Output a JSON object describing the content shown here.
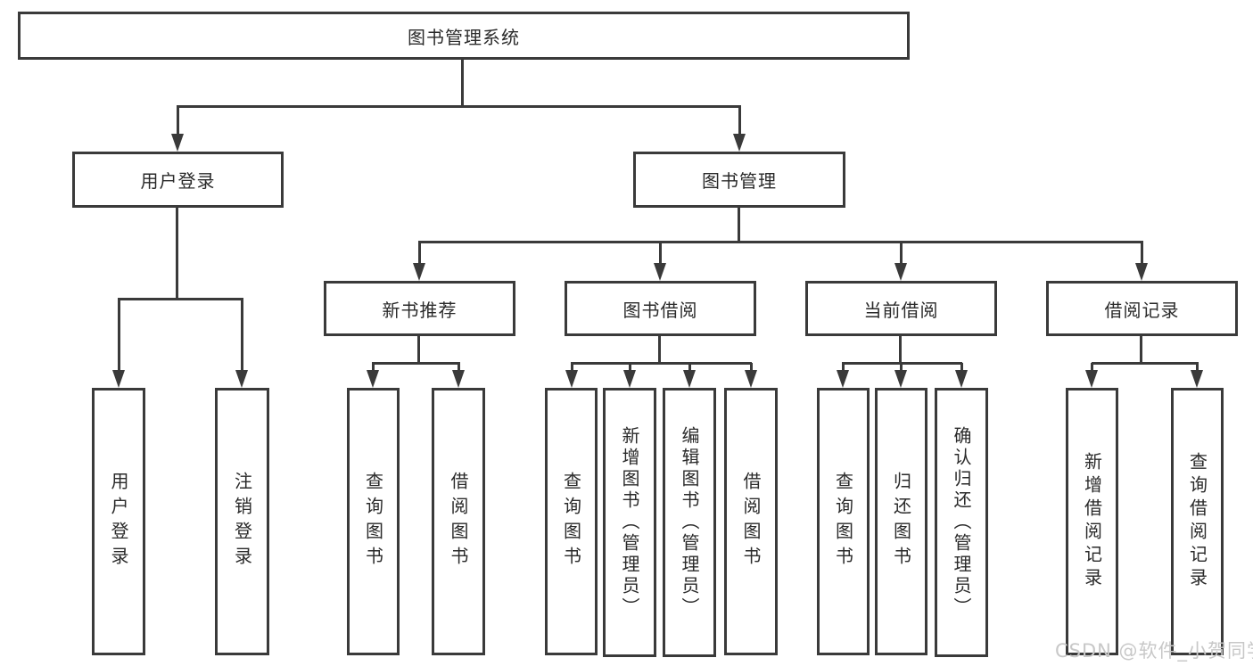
{
  "diagram": {
    "title": "图书管理系统",
    "watermark": "CSDN @软件_小贺同学",
    "colors": {
      "line": "#3a3a3a",
      "text": "#2a2a2a",
      "background": "#ffffff",
      "watermark": "#c8c8c8"
    },
    "nodes": [
      {
        "id": "root",
        "level": 1,
        "label": "图书管理系统"
      },
      {
        "id": "user-login-group",
        "level": 2,
        "label": "用户登录"
      },
      {
        "id": "book-mgmt-group",
        "level": 2,
        "label": "图书管理"
      },
      {
        "id": "new-book-rec",
        "level": 3,
        "label": "新书推荐"
      },
      {
        "id": "book-borrowing",
        "level": 3,
        "label": "图书借阅"
      },
      {
        "id": "current-borrowing",
        "level": 3,
        "label": "当前借阅"
      },
      {
        "id": "borrowing-records",
        "level": 3,
        "label": "借阅记录"
      },
      {
        "id": "leaf-user-login",
        "level": 4,
        "label": "用户登录"
      },
      {
        "id": "leaf-logout",
        "level": 4,
        "label": "注销登录"
      },
      {
        "id": "leaf-query-book-1",
        "level": 4,
        "label": "查询图书"
      },
      {
        "id": "leaf-borrow-book-1",
        "level": 4,
        "label": "借阅图书"
      },
      {
        "id": "leaf-query-book-2",
        "level": 4,
        "label": "查询图书"
      },
      {
        "id": "leaf-add-book",
        "level": 4,
        "label": "新增图书（管理员）"
      },
      {
        "id": "leaf-edit-book",
        "level": 4,
        "label": "编辑图书（管理员）"
      },
      {
        "id": "leaf-borrow-book-2",
        "level": 4,
        "label": "借阅图书"
      },
      {
        "id": "leaf-query-book-3",
        "level": 4,
        "label": "查询图书"
      },
      {
        "id": "leaf-return-book",
        "level": 4,
        "label": "归还图书"
      },
      {
        "id": "leaf-confirm-return",
        "level": 4,
        "label": "确认归还（管理员）"
      },
      {
        "id": "leaf-add-borrow-record",
        "level": 4,
        "label": "新增借阅记录"
      },
      {
        "id": "leaf-query-borrow-record",
        "level": 4,
        "label": "查询借阅记录"
      }
    ],
    "hierarchy": {
      "图书管理系统": [
        "用户登录",
        "图书管理"
      ],
      "用户登录": [
        "用户登录",
        "注销登录"
      ],
      "图书管理": [
        "新书推荐",
        "图书借阅",
        "当前借阅",
        "借阅记录"
      ],
      "新书推荐": [
        "查询图书",
        "借阅图书"
      ],
      "图书借阅": [
        "查询图书",
        "新增图书（管理员）",
        "编辑图书（管理员）",
        "借阅图书"
      ],
      "当前借阅": [
        "查询图书",
        "归还图书",
        "确认归还（管理员）"
      ],
      "借阅记录": [
        "新增借阅记录",
        "查询借阅记录"
      ]
    }
  }
}
